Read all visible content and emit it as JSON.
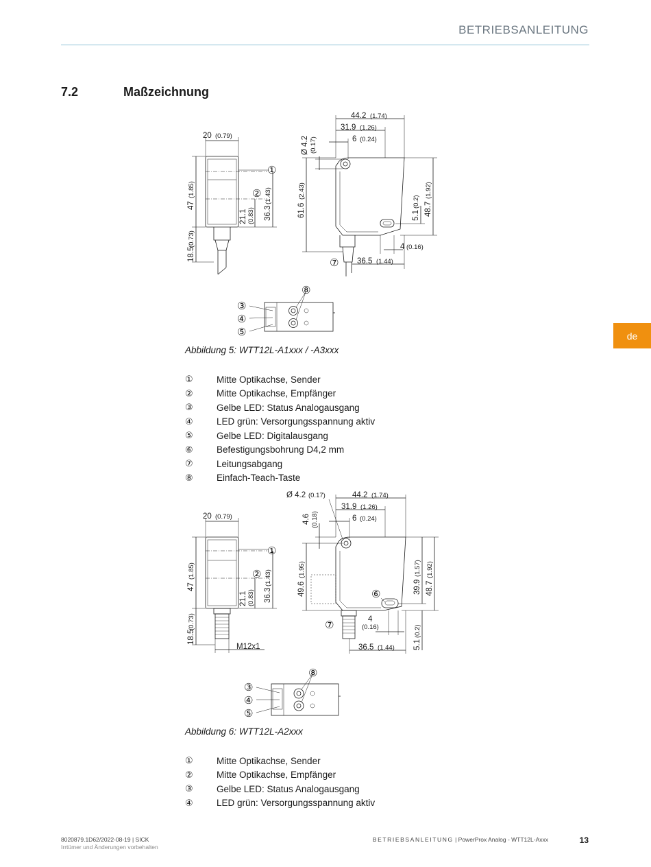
{
  "header": {
    "title": "BETRIEBSANLEITUNG"
  },
  "section": {
    "number": "7.2",
    "title": "Maßzeichnung"
  },
  "lang_tab": "de",
  "figure1": {
    "caption": "Abbildung 5: WTT12L-A1xxx / -A3xxx",
    "dims": {
      "width": "20",
      "width_in": "(0.79)",
      "height47": "47",
      "height47_in": "(1.85)",
      "h18": "18.5",
      "h18_in": "(0.73)",
      "h21": "21.1",
      "h21_in": "(0.83)",
      "h36": "36.3",
      "h36_in": "(1.43)",
      "d442": "44.2",
      "d442_in": "(1.74)",
      "d319": "31.9",
      "d319_in": "(1.26)",
      "d6": "6",
      "d6_in": "(0.24)",
      "hole": "Ø 4.2",
      "hole_in": "(0.17)",
      "h616": "61.6",
      "h616_in": "(2.43)",
      "h51": "5.1",
      "h51_in": "(0.2)",
      "h487": "48.7",
      "h487_in": "(1.92)",
      "d4": "4",
      "d4_in": "(0.16)",
      "d365": "36.5",
      "d365_in": "(1.44)"
    },
    "callouts": [
      "①",
      "②",
      "③",
      "④",
      "⑤",
      "⑦",
      "⑧"
    ]
  },
  "legend1": [
    {
      "num": "①",
      "text": "Mitte Optikachse, Sender"
    },
    {
      "num": "②",
      "text": "Mitte Optikachse, Empfänger"
    },
    {
      "num": "③",
      "text": "Gelbe LED: Status Analogausgang"
    },
    {
      "num": "④",
      "text": "LED grün: Versorgungsspannung aktiv"
    },
    {
      "num": "⑤",
      "text": "Gelbe LED: Digitalausgang"
    },
    {
      "num": "⑥",
      "text": "Befestigungsbohrung D4,2 mm"
    },
    {
      "num": "⑦",
      "text": "Leitungsabgang"
    },
    {
      "num": "⑧",
      "text": "Einfach-Teach-Taste"
    }
  ],
  "figure2": {
    "caption": "Abbildung 6: WTT12L-A2xxx",
    "dims": {
      "hole": "Ø 4.2",
      "hole_in": "(0.17)",
      "d442": "44.2",
      "d442_in": "(1.74)",
      "d319": "31.9",
      "d319_in": "(1.26)",
      "d6": "6",
      "d6_in": "(0.24)",
      "h46": "4.6",
      "h46_in": "(0.18)",
      "width": "20",
      "width_in": "(0.79)",
      "height47": "47",
      "height47_in": "(1.85)",
      "h21": "21.1",
      "h21_in": "(0.83)",
      "h36": "36.3",
      "h36_in": "(1.43)",
      "h496": "49.6",
      "h496_in": "(1.95)",
      "h399": "39.9",
      "h399_in": "(1.57)",
      "h487": "48.7",
      "h487_in": "(1.92)",
      "h18": "18.5",
      "h18_in": "(0.73)",
      "d4": "4",
      "d4_in": "(0.16)",
      "h51": "5.1",
      "h51_in": "(0.2)",
      "d365": "36.5",
      "d365_in": "(1.44)",
      "thread": "M12x1"
    },
    "callouts": [
      "①",
      "②",
      "③",
      "④",
      "⑤",
      "⑥",
      "⑦",
      "⑧"
    ]
  },
  "legend2": [
    {
      "num": "①",
      "text": "Mitte Optikachse, Sender"
    },
    {
      "num": "②",
      "text": "Mitte Optikachse, Empfänger"
    },
    {
      "num": "③",
      "text": "Gelbe LED: Status Analogausgang"
    },
    {
      "num": "④",
      "text": "LED grün: Versorgungsspannung aktiv"
    }
  ],
  "footer": {
    "doc": "8020879.1D62/2022-08-19 | SICK",
    "disclaimer": "Irrtümer und Änderungen vorbehalten",
    "manual": "BETRIEBSANLEITUNG",
    "product": " | PowerProx Analog - WTT12L-Axxx",
    "page": "13"
  }
}
